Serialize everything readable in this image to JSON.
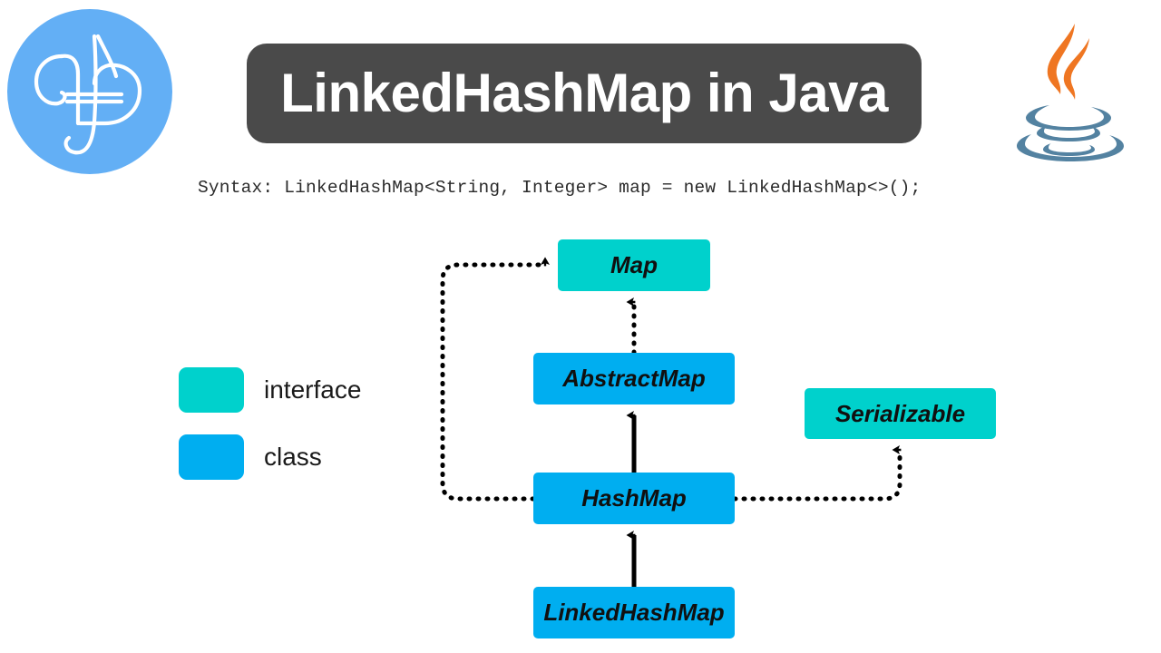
{
  "page": {
    "background": "#ffffff",
    "title": "LinkedHashMap in Java"
  },
  "header": {
    "title": "LinkedHashMap in Java",
    "banner_color": "#4a4a4a",
    "title_color": "#ffffff",
    "logo": {
      "name": "brand-logo-jh",
      "circle_color": "#63aff5",
      "mark_color": "#ffffff"
    },
    "java_logo": {
      "name": "java-logo",
      "steam_color": "#ef7622",
      "cup_color": "#5382a1"
    }
  },
  "syntax": {
    "text": "Syntax: LinkedHashMap<String, Integer> map = new LinkedHashMap<>();",
    "color": "#2b2b2b"
  },
  "legend": {
    "items": [
      {
        "label": "interface",
        "color": "#00d1cc"
      },
      {
        "label": "class",
        "color": "#00aef0"
      }
    ]
  },
  "diagram": {
    "type": "uml-class-hierarchy",
    "colors": {
      "interface": "#00d1cc",
      "class": "#00aef0",
      "connector": "#000000"
    },
    "nodes": [
      {
        "id": "map",
        "label": "Map",
        "kind": "interface"
      },
      {
        "id": "abstractmap",
        "label": "AbstractMap",
        "kind": "class"
      },
      {
        "id": "hashmap",
        "label": "HashMap",
        "kind": "class"
      },
      {
        "id": "linkedhashmap",
        "label": "LinkedHashMap",
        "kind": "class"
      },
      {
        "id": "serializable",
        "label": "Serializable",
        "kind": "interface"
      }
    ],
    "edges": [
      {
        "from": "abstractmap",
        "to": "map",
        "style": "dotted",
        "relation": "implements"
      },
      {
        "from": "hashmap",
        "to": "abstractmap",
        "style": "solid",
        "relation": "extends"
      },
      {
        "from": "linkedhashmap",
        "to": "hashmap",
        "style": "solid",
        "relation": "extends"
      },
      {
        "from": "hashmap",
        "to": "map",
        "style": "dotted",
        "relation": "implements"
      },
      {
        "from": "hashmap",
        "to": "serializable",
        "style": "dotted",
        "relation": "implements"
      }
    ]
  }
}
